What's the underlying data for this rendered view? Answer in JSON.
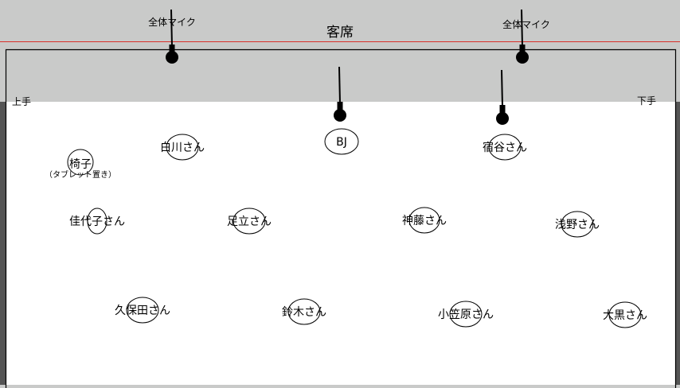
{
  "audience_label": "客席",
  "stage_left_label": "上手",
  "stage_right_label": "下手",
  "mics": [
    {
      "label": "全体マイク"
    },
    {
      "label": "全体マイク"
    }
  ],
  "chair": {
    "label": "椅子",
    "note": "（タブレット置き）"
  },
  "performers": [
    {
      "name": "白川さん"
    },
    {
      "name": "BJ"
    },
    {
      "name": "宿谷さん"
    },
    {
      "name": "佳代子さん"
    },
    {
      "name": "足立さん"
    },
    {
      "name": "神藤さん"
    },
    {
      "name": "浅野さん"
    },
    {
      "name": "久保田さん"
    },
    {
      "name": "鈴木さん"
    },
    {
      "name": "小笠原さん"
    },
    {
      "name": "大黒さん"
    }
  ],
  "colors": {
    "audience_line": "#d9302a",
    "backstage": "#c9cac9",
    "wing": "#555555"
  }
}
